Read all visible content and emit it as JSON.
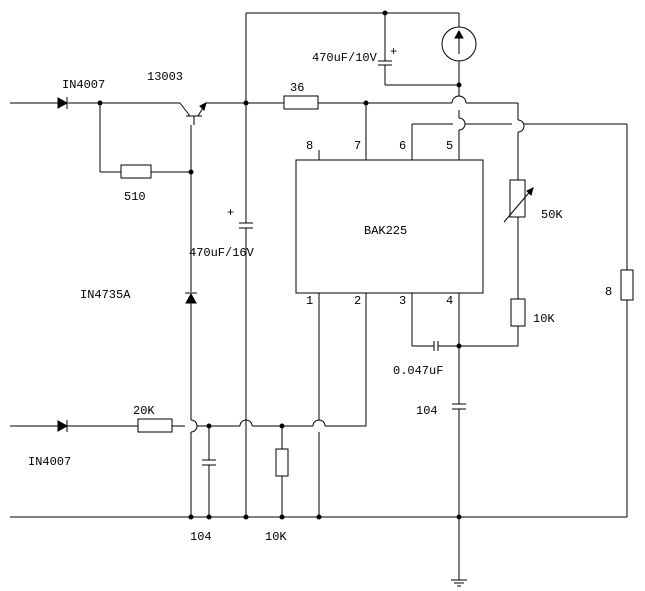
{
  "labels": {
    "diode_top": "IN4007",
    "transistor": "13003",
    "r_36": "36",
    "cap_470_10": "470uF/10V",
    "cap_plus": "+",
    "r_510": "510",
    "ic_name": "BAK225",
    "pin_8": "8",
    "pin_7": "7",
    "pin_6": "6",
    "pin_5": "5",
    "pin_1": "1",
    "pin_2": "2",
    "pin_3": "3",
    "pin_4": "4",
    "cap_470_16": "470uF/16V",
    "cap_plus2": "+",
    "zener": "IN4735A",
    "pot_50k": "50K",
    "r_10k_right": "10K",
    "r_8": "8",
    "cap_0047": "0.047uF",
    "cap_104_right": "104",
    "r_20k": "20K",
    "diode_bottom": "IN4007",
    "cap_104_bottom": "104",
    "r_10k_bottom": "10K"
  }
}
